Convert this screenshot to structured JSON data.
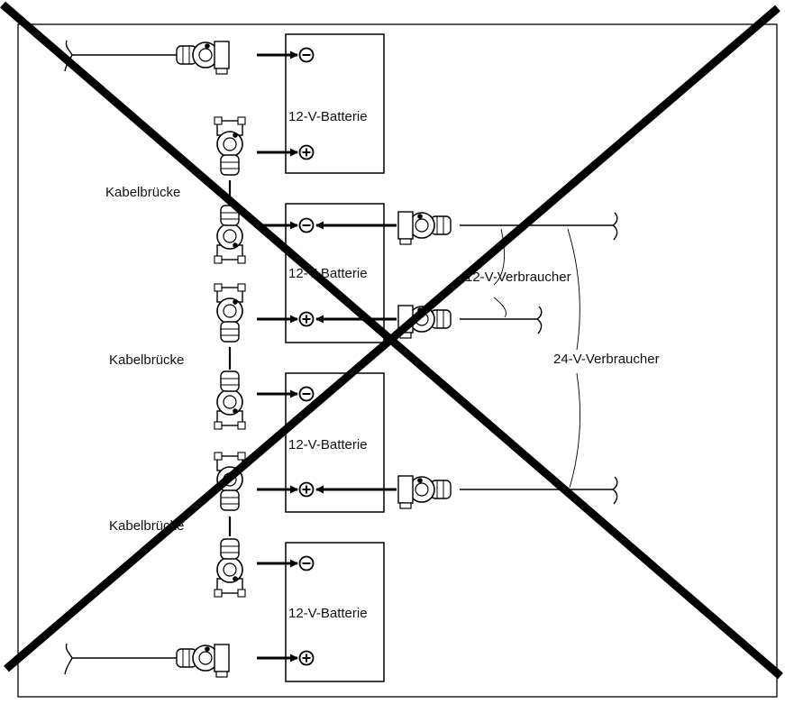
{
  "batteries": [
    {
      "label": "12-V-Batterie",
      "neg_symbol": "⊖",
      "pos_symbol": "⊕"
    },
    {
      "label": "12-V-Batterie",
      "neg_symbol": "⊖",
      "pos_symbol": "⊕"
    },
    {
      "label": "12-V-Batterie",
      "neg_symbol": "⊖",
      "pos_symbol": "⊕"
    },
    {
      "label": "12-V-Batterie",
      "neg_symbol": "⊖",
      "pos_symbol": "⊕"
    }
  ],
  "bridges": [
    {
      "label": "Kabelbrücke"
    },
    {
      "label": "Kabelbrücke"
    },
    {
      "label": "Kabelbrücke"
    }
  ],
  "loads": {
    "load_12v": "12-V-Verbraucher",
    "load_24v": "24-V-Verbraucher"
  },
  "cross_out": {
    "meaning": "incorrect-wiring",
    "color": "#000000"
  }
}
